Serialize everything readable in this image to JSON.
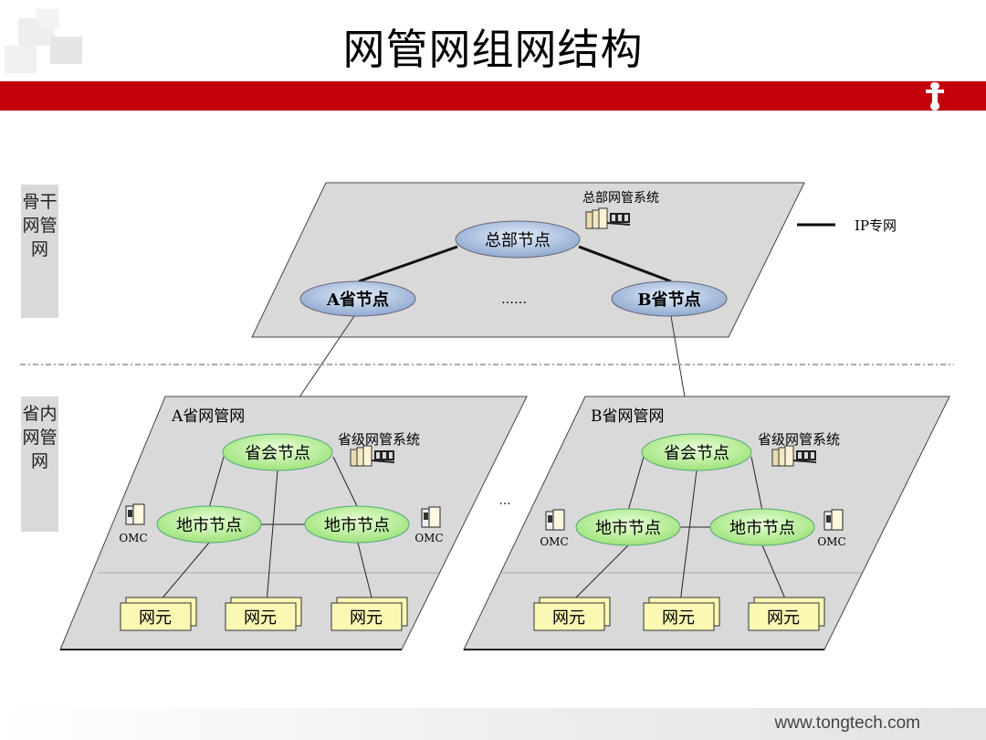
{
  "title": "网管网组网结构",
  "side_labels": {
    "backbone": "骨干网管网",
    "provincial": "省内网管网"
  },
  "legend": {
    "ip_network": "IP专网"
  },
  "backbone": {
    "hq_node": "总部节点",
    "hq_system": "总部网管系统",
    "province_a_node": "A省节点",
    "province_b_node": "B省节点",
    "ellipsis": "……"
  },
  "province_a": {
    "title": "A省网管网",
    "capital_node": "省会节点",
    "system": "省级网管系统",
    "city_nodes": [
      "地市节点",
      "地市节点"
    ],
    "omc": [
      "OMC",
      "OMC"
    ],
    "elements": [
      "网元",
      "网元",
      "网元"
    ]
  },
  "province_b": {
    "title": "B省网管网",
    "capital_node": "省会节点",
    "system": "省级网管系统",
    "city_nodes": [
      "地市节点",
      "地市节点"
    ],
    "omc": [
      "OMC",
      "OMC"
    ],
    "elements": [
      "网元",
      "网元",
      "网元"
    ]
  },
  "provinces_ellipsis": "…",
  "footer": {
    "url": "www.tongtech.com"
  },
  "colors": {
    "brand_red": "#c4000b",
    "plane_gray": "#d9d9d9",
    "blue_node": "#b7cbe6",
    "green_node": "#c6f5a8",
    "element_yellow": "#fbf8b4"
  }
}
